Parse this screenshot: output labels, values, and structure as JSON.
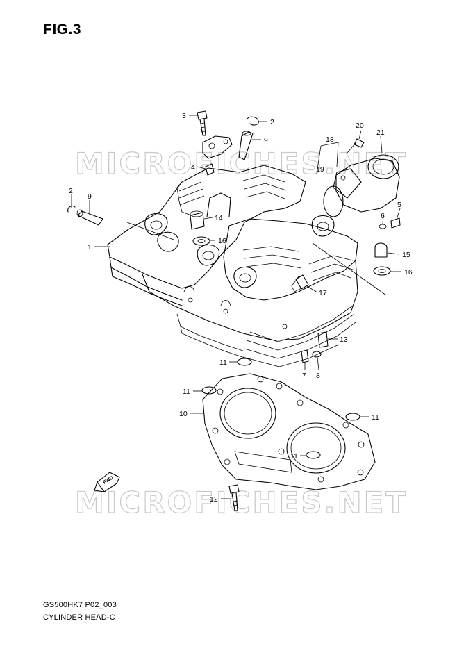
{
  "figure": {
    "title": "FIG.3",
    "code": "GS500HK7 P02_003",
    "caption": "CYLINDER HEAD-C"
  },
  "watermark": "MICROFICHES.NET",
  "forward_marker": "FWD",
  "callouts": [
    "1",
    "2",
    "3",
    "4",
    "5",
    "6",
    "7",
    "8",
    "9",
    "10",
    "11",
    "12",
    "13",
    "14",
    "15",
    "16",
    "17",
    "18",
    "19",
    "20",
    "21"
  ],
  "labels": {
    "c1": "1",
    "c2a": "2",
    "c2b": "2",
    "c3": "3",
    "c4": "4",
    "c5": "5",
    "c6": "6",
    "c7": "7",
    "c8": "8",
    "c9a": "9",
    "c9b": "9",
    "c10": "10",
    "c11a": "11",
    "c11b": "11",
    "c11c": "11",
    "c11d": "11",
    "c12": "12",
    "c13": "13",
    "c14": "14",
    "c15": "15",
    "c16a": "16",
    "c16b": "16",
    "c17": "17",
    "c18": "18",
    "c19": "19",
    "c20": "20",
    "c21": "21"
  }
}
